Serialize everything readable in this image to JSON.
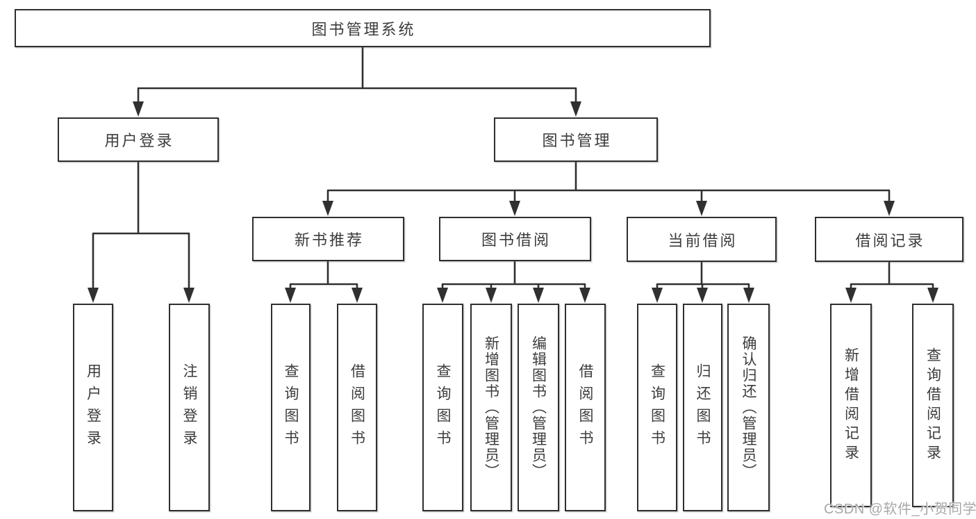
{
  "diagram_title": "图书管理系统",
  "nodes": {
    "root": "图书管理系统",
    "user_login": "用户登录",
    "book_mgmt": "图书管理",
    "new_book_rec": "新书推荐",
    "book_borrow": "图书借阅",
    "current_borrow": "当前借阅",
    "borrow_record": "借阅记录",
    "leaf_user_login": "用户登录",
    "leaf_logout": "注销登录",
    "rec_query_book": "查询图书",
    "rec_borrow_book": "借阅图书",
    "bb_query_book": "查询图书",
    "bb_add_book": "新增图书（管理员）",
    "bb_edit_book": "编辑图书（管理员）",
    "bb_borrow_book": "借阅图书",
    "cb_query_book": "查询图书",
    "cb_return_book": "归还图书",
    "cb_confirm_return": "确认归还（管理员）",
    "br_add_record": "新增借阅记录",
    "br_query_record": "查询借阅记录"
  },
  "watermark": "CSDN @软件_小贺同学",
  "colors": {
    "line": "#303030",
    "box_border": "#2e2e2e",
    "text": "#3c3c3c",
    "watermark": "#9e9e9e",
    "background": "#ffffff"
  }
}
